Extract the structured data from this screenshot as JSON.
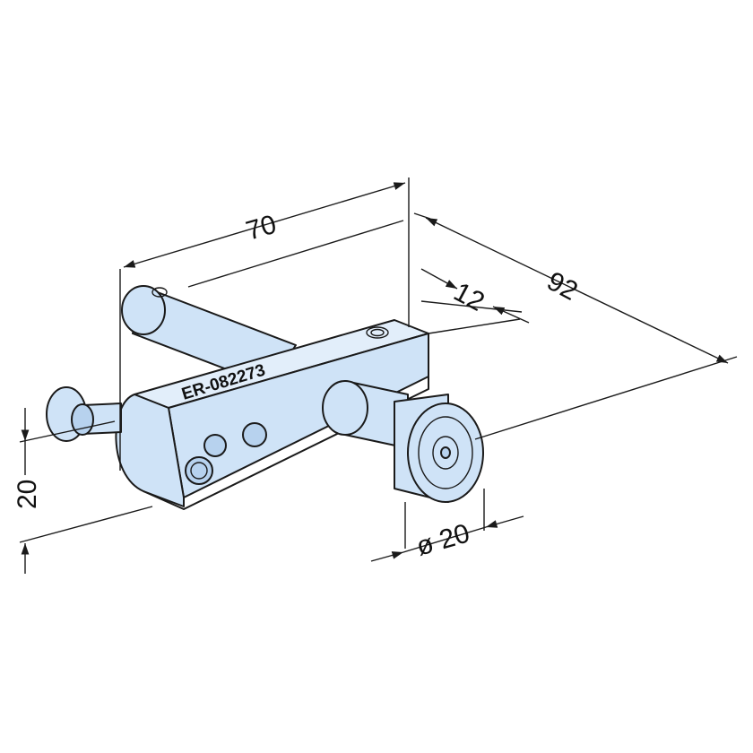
{
  "drawing": {
    "part_marking": "ER-082273",
    "colors": {
      "body_fill": "#cfe3f7",
      "body_shade": "#b7d2ee",
      "highlight": "#e8f2fc",
      "line": "#1a1a1a",
      "background": "#ffffff"
    },
    "dimensions": {
      "length": "70",
      "depth": "92",
      "offset": "12",
      "height": "20",
      "diameter": "ø 20"
    }
  }
}
